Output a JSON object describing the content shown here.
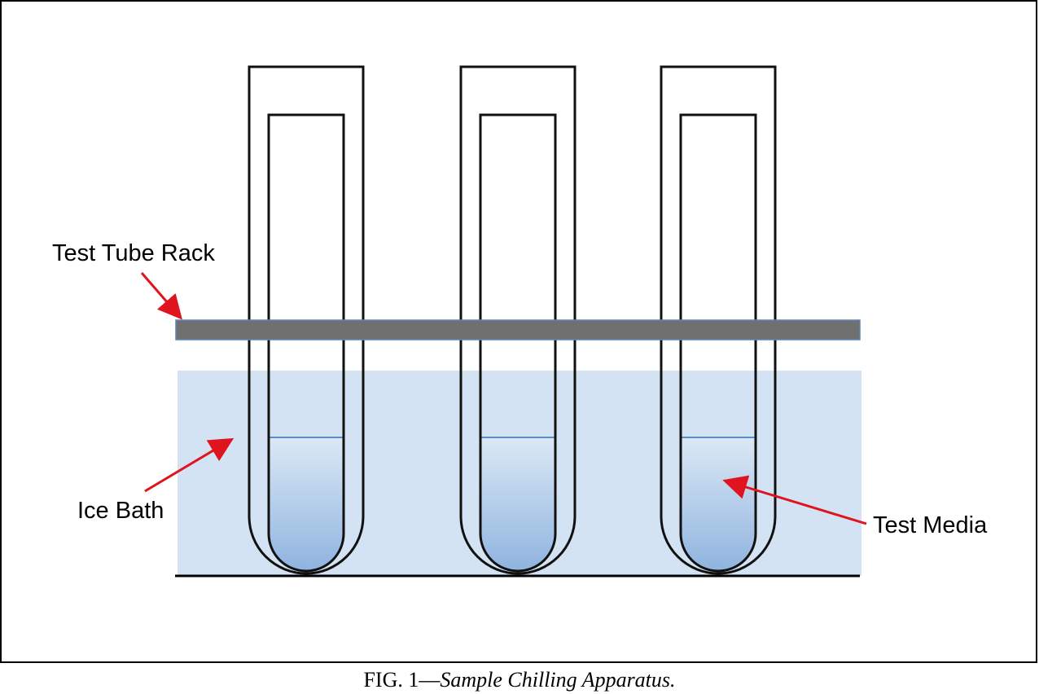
{
  "labels": {
    "rack": "Test Tube Rack",
    "ice_bath": "Ice Bath",
    "test_media": "Test Media"
  },
  "caption": {
    "number": "FIG. 1—",
    "title": "Sample Chilling Apparatus."
  },
  "colors": {
    "frame": "#000000",
    "tube_outline": "#111111",
    "rack": "#707070",
    "rack_border": "#5a86b5",
    "ice_bath": "#d3e3f3",
    "media_top": "#dce8f5",
    "media_bottom": "#8fb4df",
    "media_line": "#5b8fc9",
    "arrow": "#e0141e"
  },
  "tube_count": 3
}
